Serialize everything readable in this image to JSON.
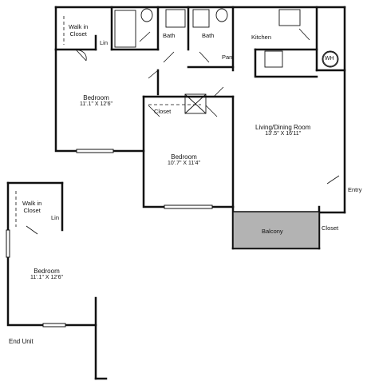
{
  "rooms": {
    "walk_in_closet_top": {
      "line1": "Walk in",
      "line2": "Closet"
    },
    "lin_top": "Lin",
    "bath_1": "Bath",
    "bath_2": "Bath",
    "kitchen": "Kitchen",
    "pan": "Pan",
    "wh": "WH",
    "bedroom_1": {
      "name": "Bedroom",
      "dims": "11'.1\" X 12'6\""
    },
    "closet_center": "Closet",
    "bedroom_2": {
      "name": "Bedroom",
      "dims": "10'.7\" X 11'4\""
    },
    "living_dining": {
      "name": "Living/Dining Room",
      "dims": "13'.5\" X 16'11\""
    },
    "entry": "Entry",
    "balcony": "Balcony",
    "closet_right": "Closet",
    "walk_in_closet_end": {
      "line1": "Walk in",
      "line2": "Closet"
    },
    "lin_end": "Lin",
    "bedroom_end": {
      "name": "Bedroom",
      "dims": "11'.1\" X 12'6\""
    }
  },
  "end_unit_label": "End Unit",
  "colors": {
    "wall": "#111111",
    "balcony_fill": "#b3b3b3",
    "background": "#ffffff"
  }
}
